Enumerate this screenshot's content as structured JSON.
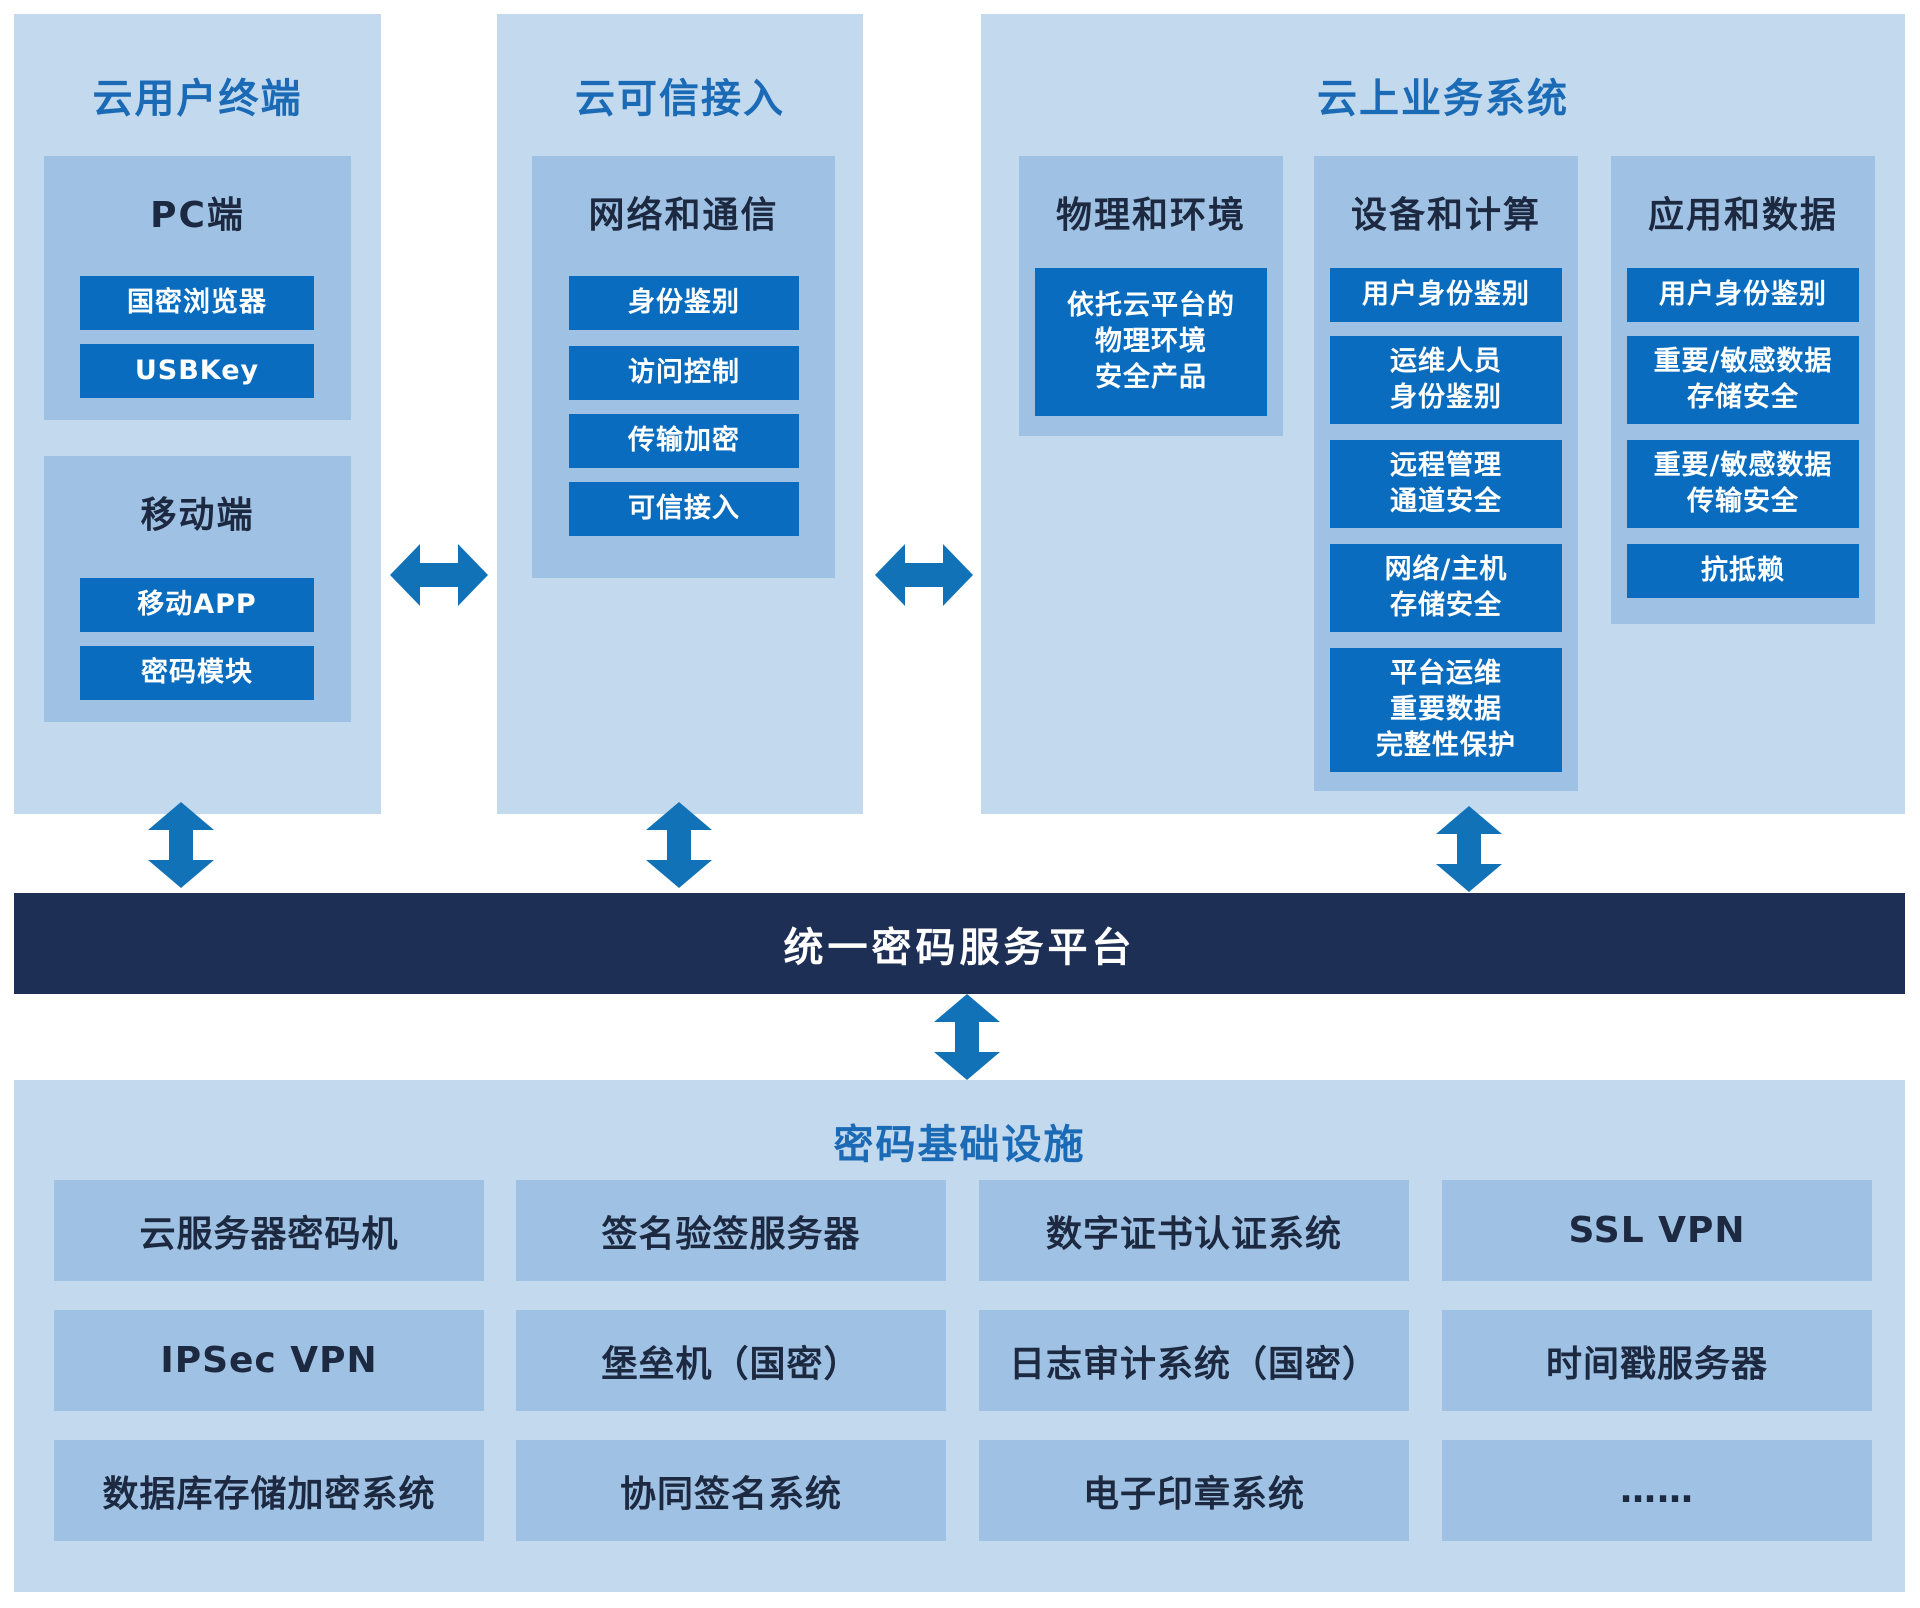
{
  "colors": {
    "panel_bg": "#c3d9ee",
    "subpanel_bg": "#9fc2e4",
    "item_bg": "#0a6cbe",
    "platform_bg": "#1e2f55",
    "title_text": "#1b6ab6",
    "dark_text": "#1d2940",
    "arrow": "#1272b8"
  },
  "cloud_user_terminal": {
    "title": "云用户终端",
    "pc": {
      "title": "PC端",
      "items": [
        "国密浏览器",
        "USBKey"
      ]
    },
    "mobile": {
      "title": "移动端",
      "items": [
        "移动APP",
        "密码模块"
      ]
    }
  },
  "trusted_access": {
    "title": "云可信接入",
    "network": {
      "title": "网络和通信",
      "items": [
        "身份鉴别",
        "访问控制",
        "传输加密",
        "可信接入"
      ]
    }
  },
  "cloud_business": {
    "title": "云上业务系统",
    "physical": {
      "title": "物理和环境",
      "items": [
        "依托云平台的\n物理环境\n安全产品"
      ]
    },
    "device": {
      "title": "设备和计算",
      "items": [
        "用户身份鉴别",
        "运维人员\n身份鉴别",
        "远程管理\n通道安全",
        "网络/主机\n存储安全",
        "平台运维\n重要数据\n完整性保护"
      ]
    },
    "app": {
      "title": "应用和数据",
      "items": [
        "用户身份鉴别",
        "重要/敏感数据\n存储安全",
        "重要/敏感数据\n传输安全",
        "抗抵赖"
      ]
    }
  },
  "platform": {
    "title": "统一密码服务平台"
  },
  "infrastructure": {
    "title": "密码基础设施",
    "items": [
      "云服务器密码机",
      "签名验签服务器",
      "数字证书认证系统",
      "SSL VPN",
      "IPSec VPN",
      "堡垒机（国密）",
      "日志审计系统（国密）",
      "时间戳服务器",
      "数据库存储加密系统",
      "协同签名系统",
      "电子印章系统",
      "……"
    ]
  }
}
